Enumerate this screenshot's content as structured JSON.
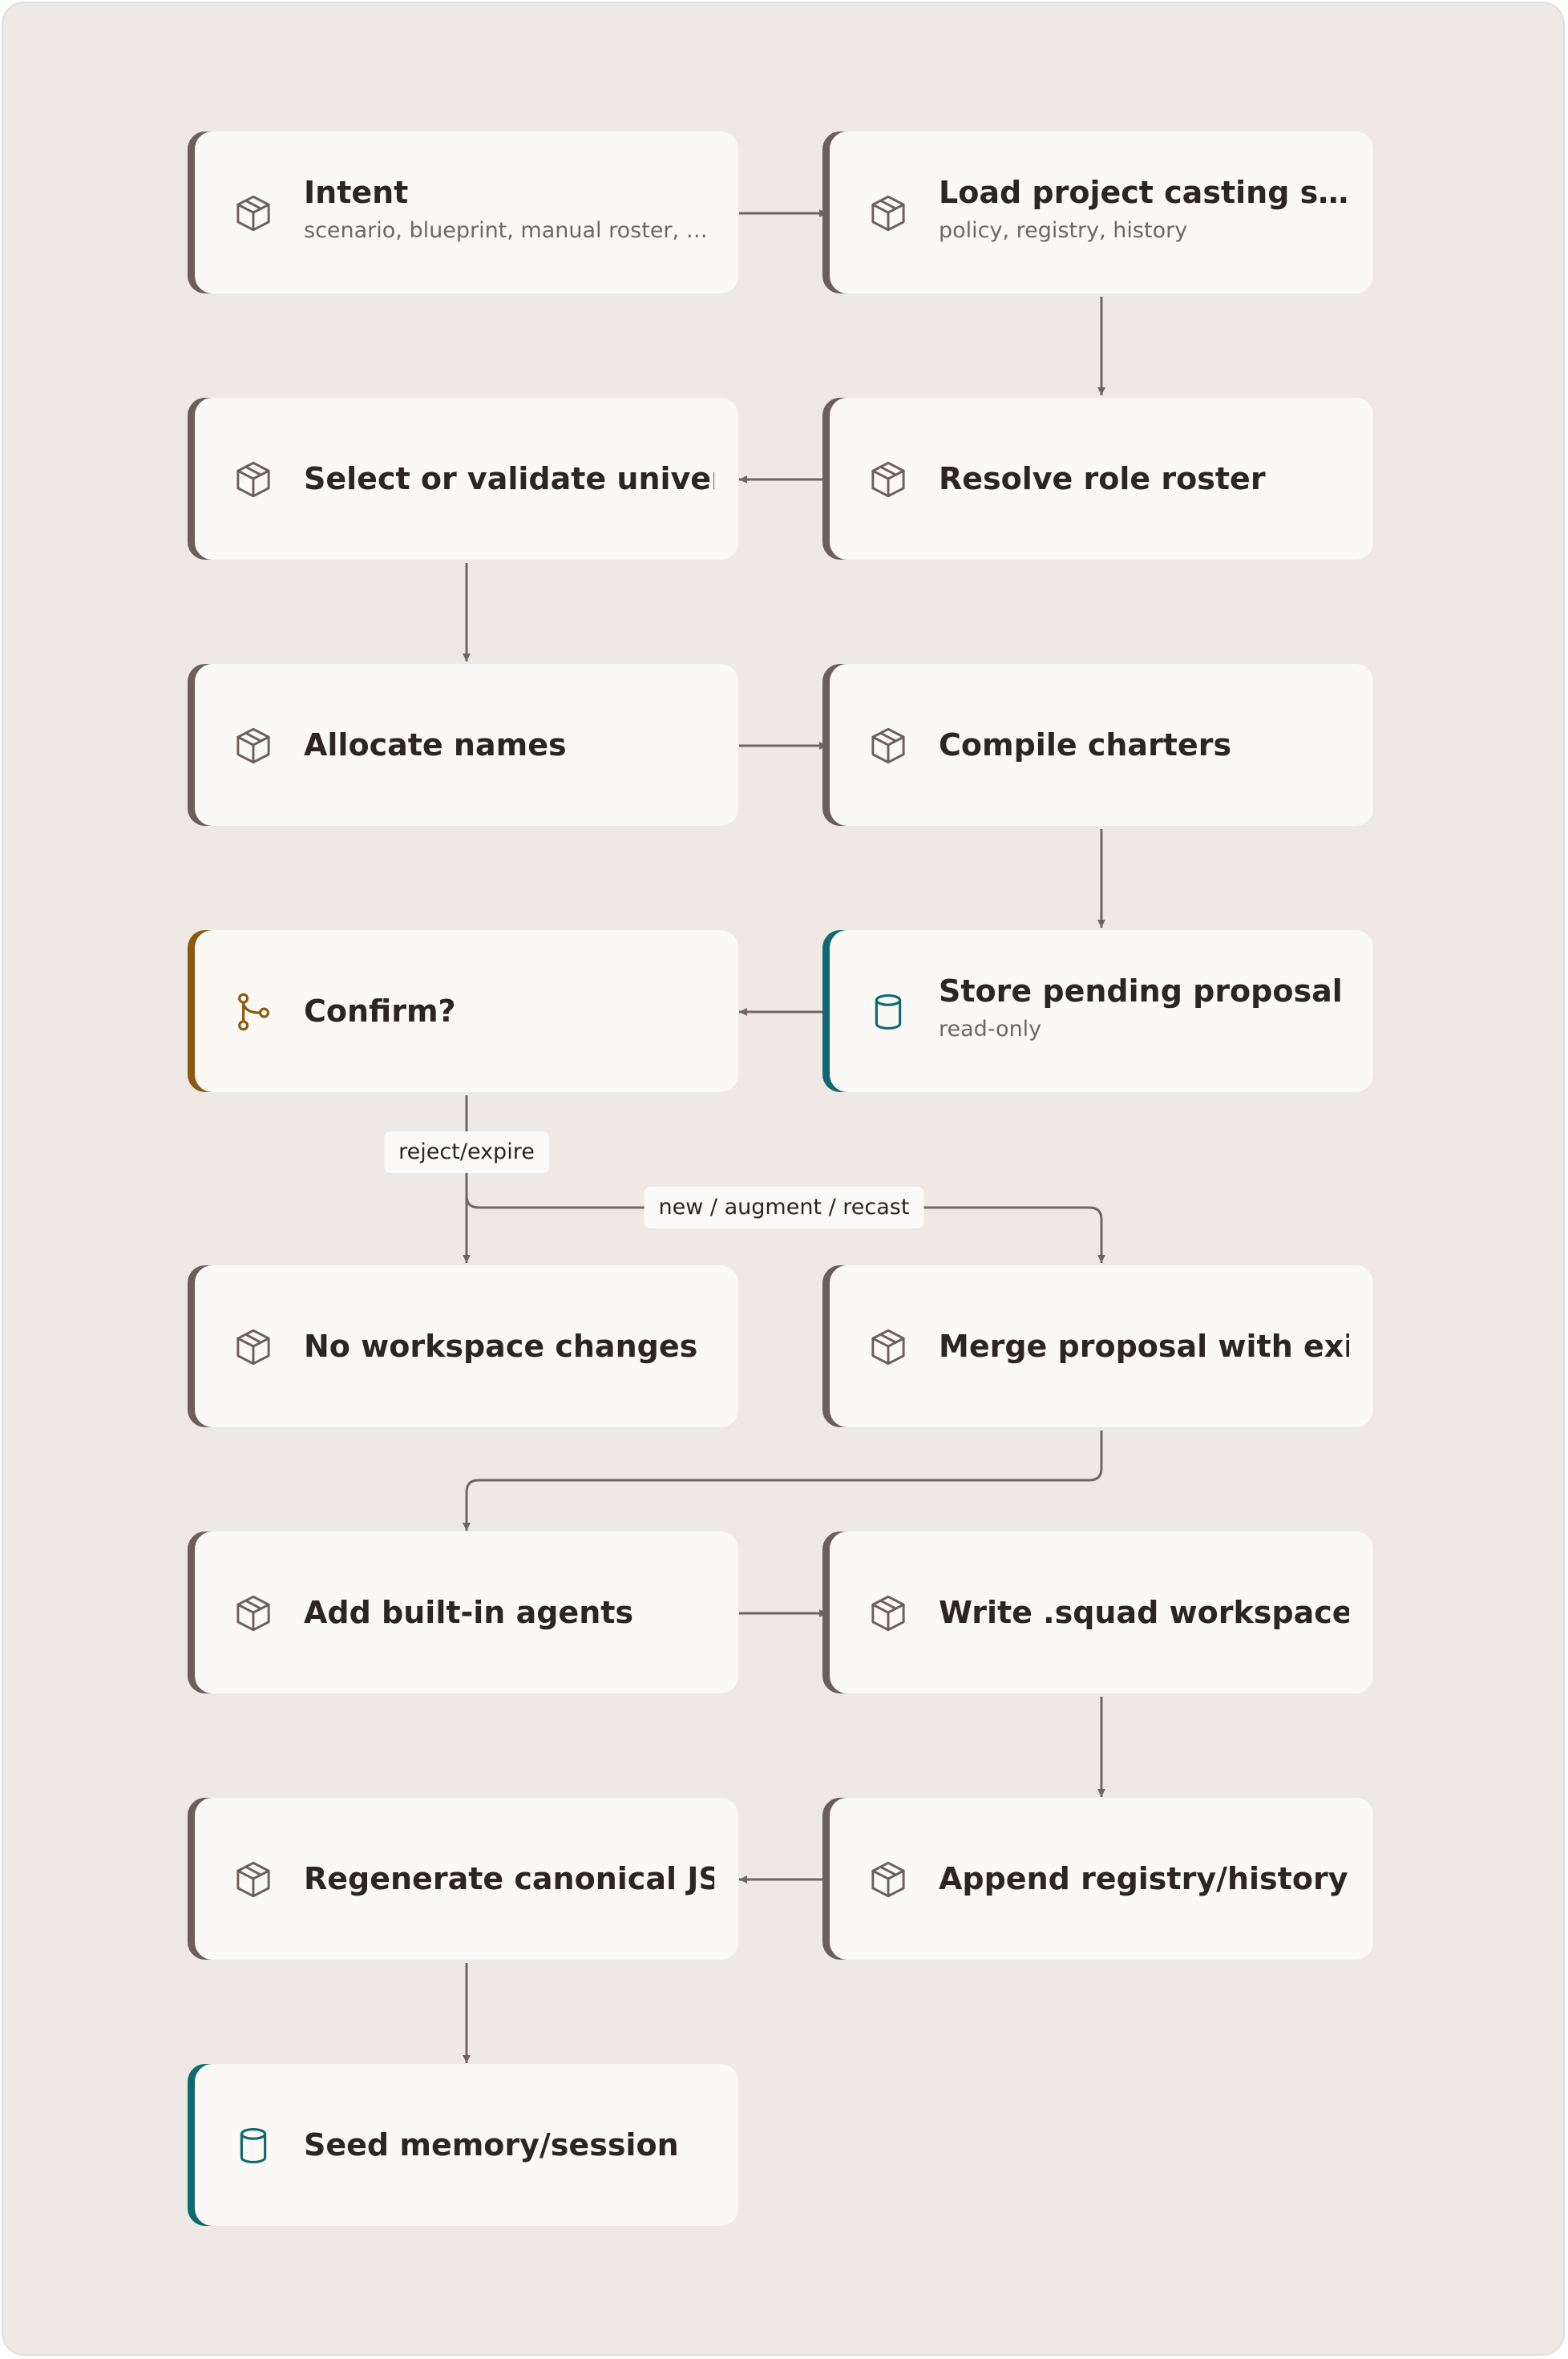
{
  "colors": {
    "default_accent": "#6a5f5b",
    "decision_accent": "#8b5a0f",
    "storage_accent": "#0f6a70",
    "edge": "#6f6662"
  },
  "nodes": {
    "intent": {
      "title": "Intent",
      "subtitle": "scenario, blueprint, manual roster, fr...",
      "icon": "cube-icon"
    },
    "load_state": {
      "title": "Load project casting state",
      "subtitle": "policy, registry, history",
      "icon": "cube-icon"
    },
    "resolve_roster": {
      "title": "Resolve role roster",
      "icon": "cube-icon"
    },
    "select_universe": {
      "title": "Select or validate universe",
      "icon": "cube-icon"
    },
    "allocate_names": {
      "title": "Allocate names",
      "icon": "cube-icon"
    },
    "compile_charters": {
      "title": "Compile charters",
      "icon": "cube-icon"
    },
    "store_proposal": {
      "title": "Store pending proposal",
      "subtitle": "read-only",
      "icon": "database-icon"
    },
    "confirm": {
      "title": "Confirm?",
      "icon": "branch-icon"
    },
    "no_changes": {
      "title": "No workspace changes",
      "icon": "cube-icon"
    },
    "merge_proposal": {
      "title": "Merge proposal with exis...",
      "icon": "cube-icon"
    },
    "add_agents": {
      "title": "Add built-in agents",
      "icon": "cube-icon"
    },
    "write_workspace": {
      "title": "Write .squad workspace",
      "icon": "cube-icon"
    },
    "append_registry": {
      "title": "Append registry/history ...",
      "icon": "cube-icon"
    },
    "regenerate_json": {
      "title": "Regenerate canonical JSON",
      "icon": "cube-icon"
    },
    "seed_memory": {
      "title": "Seed memory/session",
      "icon": "database-icon"
    }
  },
  "edge_labels": {
    "reject": "reject/expire",
    "accept": "new / augment / recast"
  }
}
